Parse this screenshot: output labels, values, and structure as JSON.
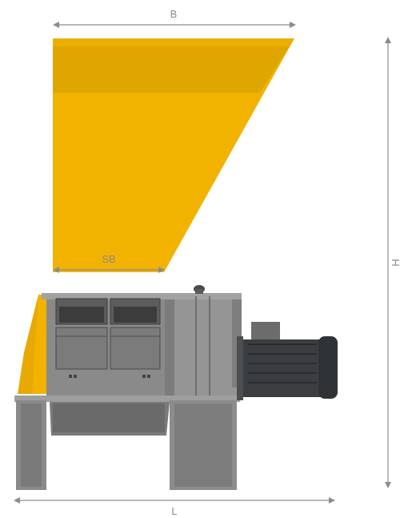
{
  "dimensions": {
    "width_label": "B",
    "feed_width_label": "SB",
    "height_label": "H",
    "length_label": "L"
  },
  "colors": {
    "hopper": "#f2b300",
    "hopper_shade": "#d9a000",
    "machine_body": "#8e8e8e",
    "machine_dark": "#6f6f6f",
    "motor": "#3a3d40",
    "dimension_line": "#8c8c8c"
  },
  "components": {
    "hopper_icon": "hopper-icon",
    "shredder_body_icon": "shredder-body-icon",
    "motor_icon": "motor-icon",
    "stand_icon": "stand-icon"
  }
}
